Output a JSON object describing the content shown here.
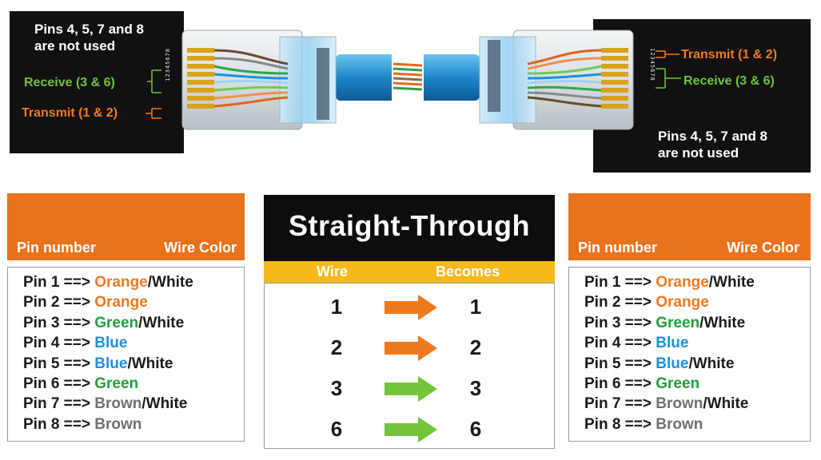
{
  "left_plug": {
    "unused_note": [
      "Pins 4, 5, 7 and 8",
      "are not used"
    ],
    "receive_label": "Receive (3 & 6)",
    "transmit_label": "Transmit (1 & 2)",
    "pin_digits": "12345678"
  },
  "right_plug": {
    "unused_note": [
      "Pins 4, 5, 7 and 8",
      "are not used"
    ],
    "receive_label": "Receive (3 & 6)",
    "transmit_label": "Transmit (1 & 2)",
    "pin_digits": "12345678"
  },
  "left_table": {
    "header_pin": "Pin number",
    "header_color": "Wire Color",
    "rows": [
      {
        "prefix": "Pin 1 ==> ",
        "color": "Orange",
        "suffix": "/White",
        "color_key": "orange"
      },
      {
        "prefix": "Pin 2 ==> ",
        "color": "Orange",
        "suffix": "",
        "color_key": "orange"
      },
      {
        "prefix": "Pin 3 ==> ",
        "color": "Green",
        "suffix": "/White",
        "color_key": "green"
      },
      {
        "prefix": "Pin 4 ==> ",
        "color": "Blue",
        "suffix": "",
        "color_key": "blue"
      },
      {
        "prefix": "Pin 5 ==> ",
        "color": "Blue",
        "suffix": "/White",
        "color_key": "blue"
      },
      {
        "prefix": "Pin 6 ==> ",
        "color": "Green",
        "suffix": "",
        "color_key": "green"
      },
      {
        "prefix": "Pin 7 ==> ",
        "color": "Brown",
        "suffix": "/White",
        "color_key": "brown"
      },
      {
        "prefix": "Pin 8 ==> ",
        "color": "Brown",
        "suffix": "",
        "color_key": "brown"
      }
    ]
  },
  "right_table": {
    "header_pin": "Pin number",
    "header_color": "Wire Color",
    "rows": [
      {
        "prefix": "Pin 1 ==> ",
        "color": "Orange",
        "suffix": "/White",
        "color_key": "orange"
      },
      {
        "prefix": "Pin 2 ==> ",
        "color": "Orange",
        "suffix": "",
        "color_key": "orange"
      },
      {
        "prefix": "Pin 3 ==> ",
        "color": "Green",
        "suffix": "/White",
        "color_key": "green"
      },
      {
        "prefix": "Pin 4 ==> ",
        "color": "Blue",
        "suffix": "",
        "color_key": "blue"
      },
      {
        "prefix": "Pin 5 ==> ",
        "color": "Blue",
        "suffix": "/White",
        "color_key": "blue"
      },
      {
        "prefix": "Pin 6 ==> ",
        "color": "Green",
        "suffix": "",
        "color_key": "green"
      },
      {
        "prefix": "Pin 7 ==> ",
        "color": "Brown",
        "suffix": "/White",
        "color_key": "brown"
      },
      {
        "prefix": "Pin 8 ==> ",
        "color": "Brown",
        "suffix": "",
        "color_key": "brown"
      }
    ]
  },
  "straight_through": {
    "title": "Straight-Through",
    "header_wire": "Wire",
    "header_becomes": "Becomes",
    "mappings": [
      {
        "wire": "1",
        "becomes": "1",
        "arrow_color": "#ef7a1e"
      },
      {
        "wire": "2",
        "becomes": "2",
        "arrow_color": "#ef7a1e"
      },
      {
        "wire": "3",
        "becomes": "3",
        "arrow_color": "#72c43a"
      },
      {
        "wire": "6",
        "becomes": "6",
        "arrow_color": "#72c43a"
      }
    ]
  },
  "colors": {
    "orange": "#ee7a22",
    "green": "#20a040",
    "blue": "#1c8fe0",
    "brown": "#707070",
    "header_orange": "#e8731c",
    "header_yellow": "#f5b91c"
  }
}
